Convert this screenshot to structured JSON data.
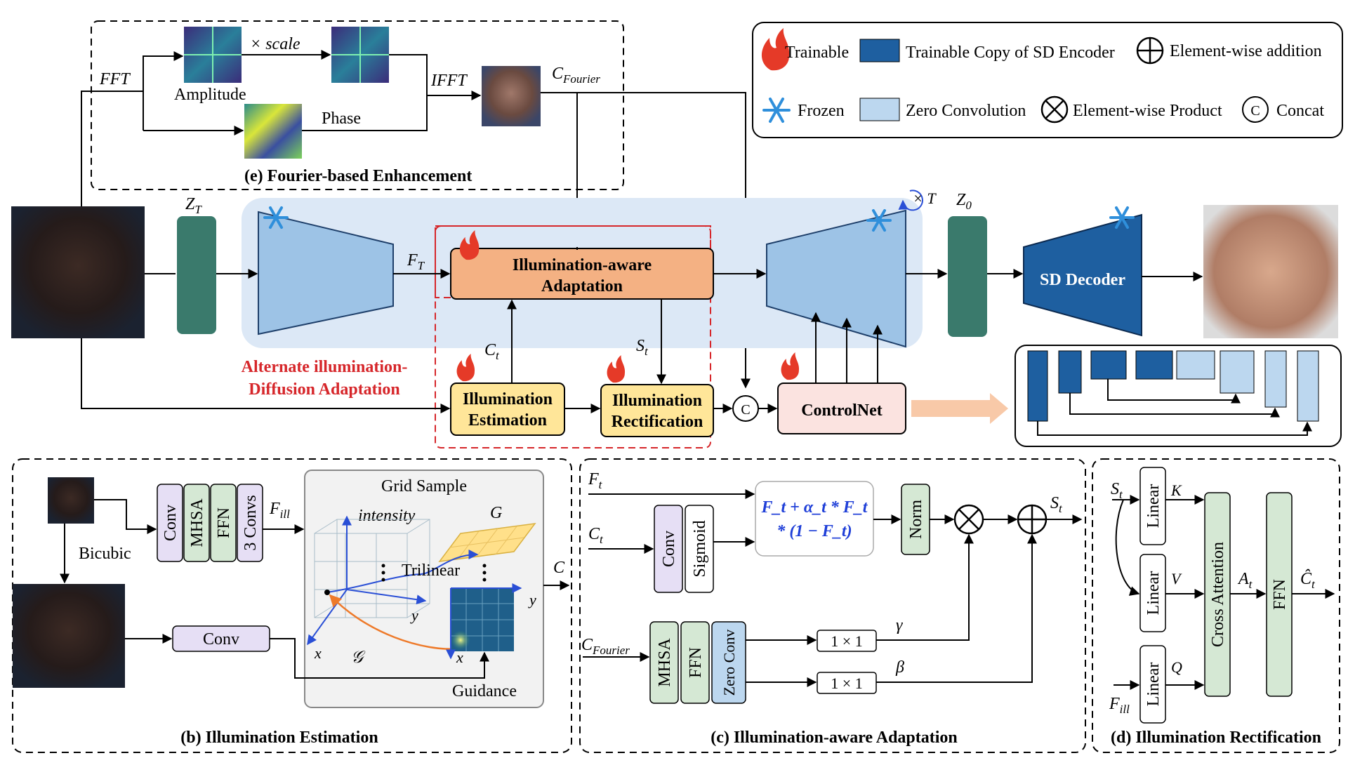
{
  "legend": {
    "trainable": "Trainable",
    "frozen": "Frozen",
    "trainable_copy": "Trainable Copy of SD Encoder",
    "zero_conv": "Zero Convolution",
    "element_add": "Element-wise addition",
    "element_product": "Element-wise Product",
    "concat": "Concat",
    "concat_symbol": "C"
  },
  "fourier": {
    "fft": "FFT",
    "scale": "× scale",
    "amplitude": "Amplitude",
    "phase": "Phase",
    "ifft": "IFFT",
    "c_fourier_main": "C",
    "c_fourier_sub": "Fourier",
    "caption": "(e) Fourier-based Enhancement"
  },
  "top": {
    "zT_main": "Z",
    "zT_sub": "T",
    "fT_main": "F",
    "fT_sub": "T",
    "z0_main": "Z",
    "z0_sub": "0",
    "times_T": "× T",
    "iaa_line1": "Illumination-aware",
    "iaa_line2": "Adaptation",
    "ie_line1": "Illumination",
    "ie_line2": "Estimation",
    "ir_line1": "Illumination",
    "ir_line2": "Rectification",
    "ct_main": "C",
    "ct_sub": "t",
    "st_main": "S",
    "st_sub": "t",
    "alt_line1": "Alternate illumination-",
    "alt_line2": "Diffusion Adaptation",
    "controlnet": "ControlNet",
    "sd_decoder": "SD Decoder",
    "concat_symbol": "C"
  },
  "panel_b": {
    "bicubic": "Bicubic",
    "conv": "Conv",
    "mhsa": "MHSA",
    "ffn": "FFN",
    "three_convs": "3 Convs",
    "conv2": "Conv",
    "fill_main": "F",
    "fill_sub": "ill",
    "grid_sample": "Grid Sample",
    "intensity": "intensity",
    "G": "G",
    "trilinear": "Trilinear",
    "y": "y",
    "x": "x",
    "grid_sym": "𝒢",
    "guidance": "Guidance",
    "C": "C",
    "caption": "(b) Illumination Estimation"
  },
  "panel_c": {
    "ft_main": "F",
    "ft_sub": "t",
    "ct_main": "C",
    "ct_sub": "t",
    "cfour_main": "C",
    "cfour_sub": "Fourier",
    "conv": "Conv",
    "sigmoid": "Sigmoid",
    "formula_line1": "F_t + α_t * F_t",
    "formula_line2": "* (1 − F_t)",
    "norm": "Norm",
    "mhsa": "MHSA",
    "ffn": "FFN",
    "zero_conv": "Zero Conv",
    "one_by_one": "1 × 1",
    "gamma": "γ",
    "beta": "β",
    "st_main": "S",
    "st_sub": "t",
    "caption": "(c) Illumination-aware Adaptation"
  },
  "panel_d": {
    "st_main": "S",
    "st_sub": "t",
    "linear": "Linear",
    "K": "K",
    "V": "V",
    "Q": "Q",
    "fill_main": "F",
    "fill_sub": "ill",
    "cross_attention": "Cross Attention",
    "at_main": "A",
    "at_sub": "t",
    "ffn": "FFN",
    "ct_main": "Ĉ",
    "ct_sub": "t",
    "caption": "(d) Illumination Rectification"
  },
  "colors": {
    "encoder_blue": "#9dc3e6",
    "decoder_blue": "#1e5fa0",
    "latent_teal": "#3a7a6c",
    "adaptation_orange": "#f4b183",
    "estimation_yellow": "#ffe699",
    "controlnet_pink": "#fbe3e0",
    "panel_bg_blue": "#dce8f6",
    "purple_box": "#e6dff5",
    "green_box": "#d5e8d4",
    "fire_red": "#e53a28",
    "snow_blue": "#2f8fdb",
    "arrow_orange": "#f8c9a8",
    "dashed_red": "#d6262a"
  }
}
